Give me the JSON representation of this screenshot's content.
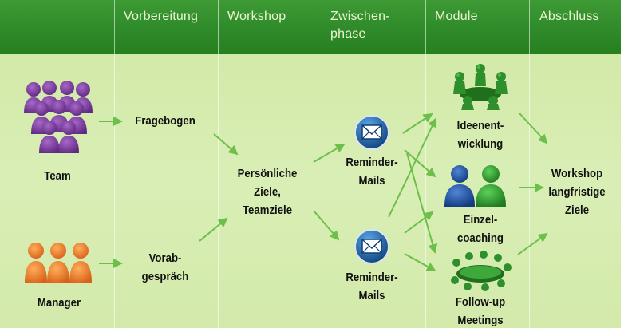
{
  "header": {
    "phases": [
      "Vorbereitung",
      "Workshop",
      "Zwischen-",
      "Module",
      "Abschluss"
    ],
    "phase_cont": "phase"
  },
  "actors": {
    "team": "Team",
    "manager": "Manager"
  },
  "prep": {
    "questionnaire": "Fragebogen",
    "pretalk_1": "Vorab-",
    "pretalk_2": "gespräch"
  },
  "workshop": {
    "l1": "Persönliche",
    "l2": "Ziele,",
    "l3": "Teamziele"
  },
  "interim": {
    "mail1_l1": "Reminder-",
    "mail1_l2": "Mails",
    "mail2_l1": "Reminder-",
    "mail2_l2": "Mails"
  },
  "modules": {
    "idea_1": "Ideenent-",
    "idea_2": "wicklung",
    "coach_1": "Einzel-",
    "coach_2": "coaching",
    "follow_1": "Follow-up",
    "follow_2": "Meetings"
  },
  "closing": {
    "l1": "Workshop",
    "l2": "langfristige",
    "l3": "Ziele"
  },
  "colors": {
    "header": "#2f8a2a",
    "body": "#d5ebaf",
    "arrow": "#6cc04a",
    "team": "#7a3b9c",
    "manager": "#f47d20",
    "coach_blue": "#1f4f9e",
    "coach_green": "#2e9a2e",
    "mail": "#1c5f9c"
  }
}
